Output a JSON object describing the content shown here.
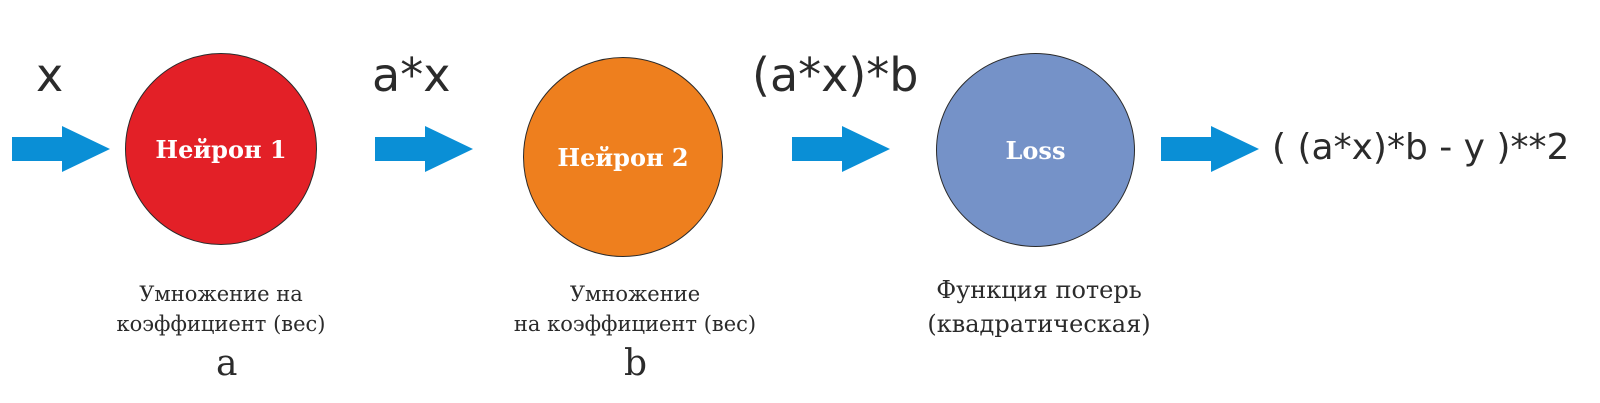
{
  "colors": {
    "arrow": "#0a8fd6",
    "neuron1": "#e32027",
    "neuron2": "#ee7f1e",
    "loss": "#7592c8"
  },
  "labels": {
    "input": "x",
    "after_neuron1": "a*x",
    "after_neuron2": "(a*x)*b",
    "result": "( (a*x)*b - y )**2"
  },
  "nodes": [
    {
      "label": "Нейрон 1",
      "caption_line1": "Умножение на",
      "caption_line2": "коэффициент (вес)",
      "param": "a"
    },
    {
      "label": "Нейрон 2",
      "caption_line1": "Умножение",
      "caption_line2": "на коэффициент (вес)",
      "param": "b"
    },
    {
      "label": "Loss",
      "caption_line1": "Функция потерь",
      "caption_line2": "(квадратическая)"
    }
  ],
  "arrows": [
    {
      "icon": "arrow-right-icon"
    },
    {
      "icon": "arrow-right-icon"
    },
    {
      "icon": "arrow-right-icon"
    },
    {
      "icon": "arrow-right-icon"
    }
  ]
}
